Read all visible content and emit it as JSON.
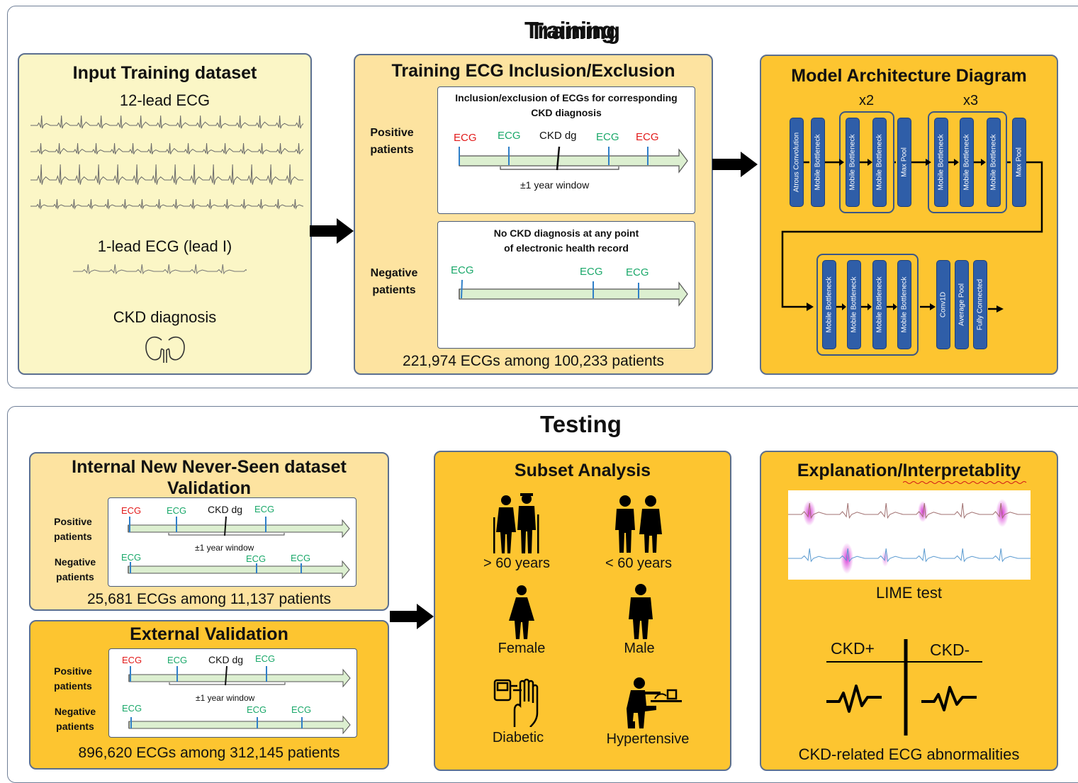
{
  "training": {
    "title": "Training",
    "input": {
      "title": "Input Training dataset",
      "ecg12": "12-lead ECG",
      "ecg1": "1-lead ECG (lead I)",
      "ckd": "CKD diagnosis",
      "kidney_icon": "kidney-icon"
    },
    "inclusion": {
      "title": "Training ECG Inclusion/Exclusion",
      "positive_label": "Positive\npatients",
      "negative_label": "Negative\npatients",
      "positive_box_title": "Inclusion/exclusion of ECGs for corresponding\nCKD diagnosis",
      "negative_box_title": "No CKD diagnosis at any point\nof electronic health record",
      "ecg": "ECG",
      "ckd_dg": "CKD dg",
      "window": "±1 year window",
      "summary": "221,974 ECGs among 100,233 patients"
    },
    "model": {
      "title": "Model Architecture Diagram",
      "x2": "x2",
      "x3": "x3",
      "atrous": "Atrous Convolution",
      "mobile": "Mobile Bottleneck",
      "maxpool": "Max Pool",
      "conv1d": "Conv1D",
      "avgpool": "Average Pool",
      "fc": "Fully Connected"
    }
  },
  "testing": {
    "title": "Testing",
    "internal": {
      "title": "Internal New Never-Seen dataset\nValidation",
      "summary": "25,681 ECGs among 11,137 patients"
    },
    "external": {
      "title": "External Validation",
      "summary": "896,620 ECGs among 312,145 patients"
    },
    "mini": {
      "positive_label": "Positive\npatients",
      "negative_label": "Negative\npatients",
      "ecg": "ECG",
      "ckd_dg": "CKD dg",
      "window": "±1 year window"
    },
    "subset": {
      "title": "Subset Analysis",
      "over60": "> 60 years",
      "under60": "< 60 years",
      "female": "Female",
      "male": "Male",
      "diabetic": "Diabetic",
      "hypertensive": "Hypertensive"
    },
    "explain": {
      "title": "Explanation/Interpretablity",
      "lime": "LIME test",
      "ckd_pos": "CKD+",
      "ckd_neg": "CKD-",
      "footer": "CKD-related ECG abnormalities"
    }
  },
  "colors": {
    "light": "#fbf6c6",
    "tan": "#fde3a0",
    "gold": "#fdc530",
    "block": "#2f5ea8",
    "ecg_red": "#e21a1a",
    "ecg_green": "#1aa86a",
    "tick_blue": "#2f7fc8"
  }
}
